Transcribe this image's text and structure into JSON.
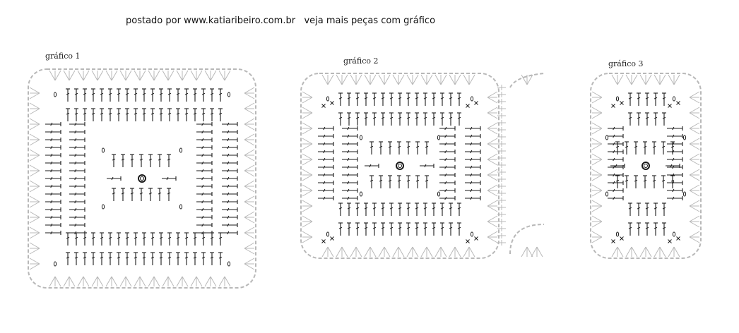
{
  "header": {
    "text": "postado por www.katiaribeiro.com.br   veja mais peças com gráfico"
  },
  "charts": [
    {
      "label": "gráfico 1"
    },
    {
      "label": "gráfico 2"
    },
    {
      "label": "gráfico 3"
    }
  ],
  "colors": {
    "text": "#111111",
    "stitch_dark": "#1a1a1a",
    "stitch_light": "#b8b8b8"
  },
  "icon_names": [
    "crochet-chart-1-icon",
    "crochet-chart-2-icon",
    "crochet-chart-3-icon"
  ]
}
